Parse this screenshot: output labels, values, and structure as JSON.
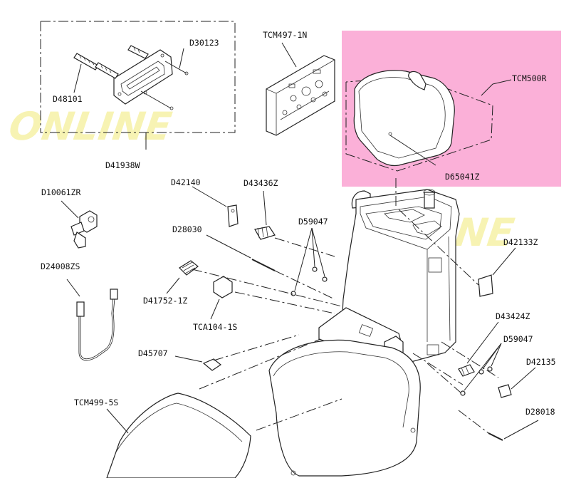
{
  "highlight_color": "#fbb0d8",
  "watermark": {
    "text": "ONLINE",
    "color": "#f5ef9a"
  },
  "parts": {
    "D30123": "D30123",
    "TCM497_1N": "TCM497-1N",
    "TCM500R": "TCM500R",
    "D48101": "D48101",
    "D41938W": "D41938W",
    "D65041Z": "D65041Z",
    "D42140": "D42140",
    "D43436Z": "D43436Z",
    "D10061ZR": "D10061ZR",
    "D28030": "D28030",
    "D59047_top": "D59047",
    "D42133Z": "D42133Z",
    "D24008ZS": "D24008ZS",
    "D41752_1Z": "D41752-1Z",
    "TCA104_1S": "TCA104-1S",
    "D43424Z": "D43424Z",
    "D59047_right": "D59047",
    "D45707": "D45707",
    "D42135": "D42135",
    "TCM499_5S": "TCM499-5S",
    "D28018": "D28018"
  }
}
